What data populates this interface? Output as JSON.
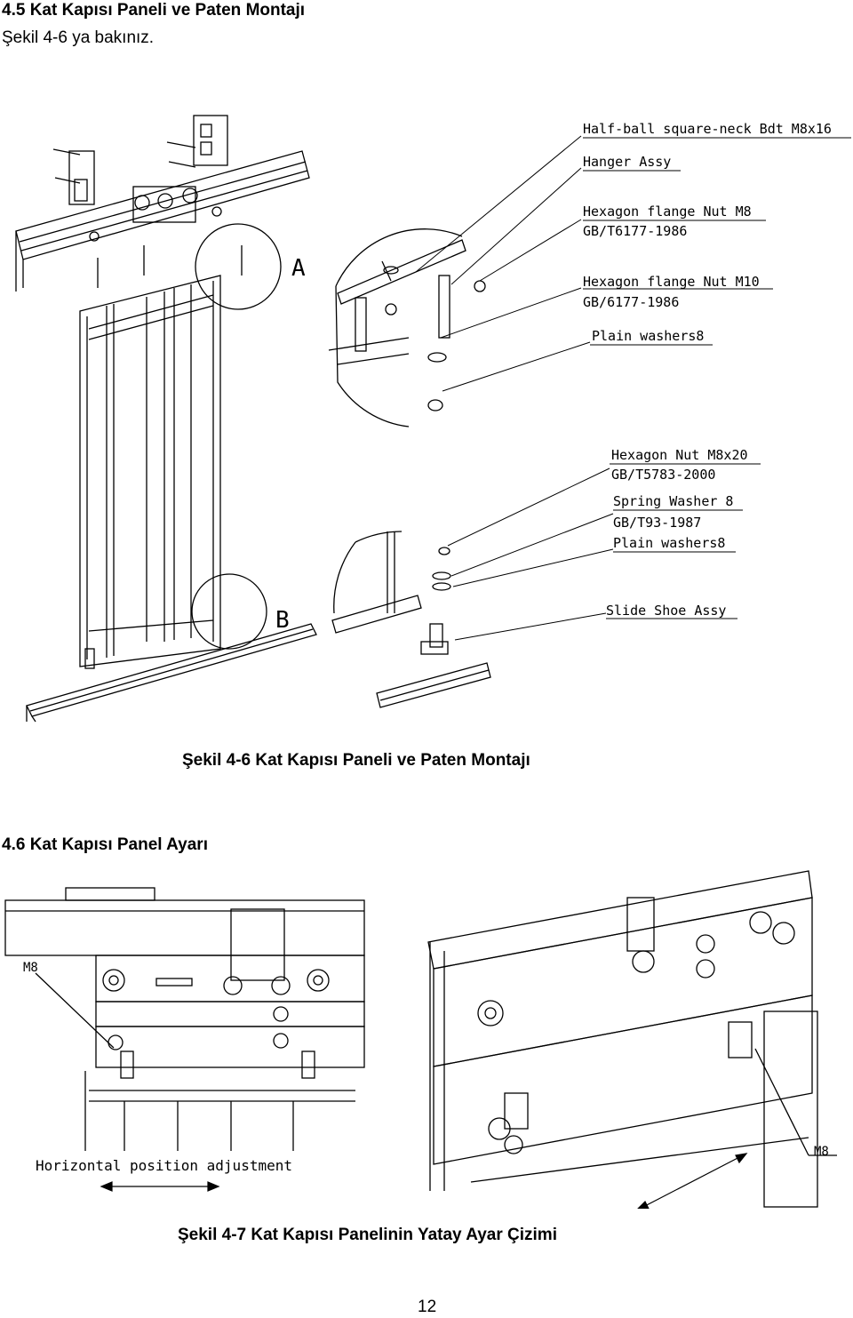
{
  "section_1": {
    "heading": "4.5 Kat Kapısı Paneli ve Paten Montajı",
    "intro": "Şekil 4-6 ya bakınız."
  },
  "figure_1": {
    "detail_labels": [
      "A",
      "B"
    ],
    "callouts": [
      {
        "text": "Half-ball square-neck Bdt M8x16"
      },
      {
        "text": "Hanger Assy"
      },
      {
        "text": "Hexagon flange Nut M8"
      },
      {
        "text": "GB/T6177-1986"
      },
      {
        "text": "Hexagon flange Nut M10"
      },
      {
        "text": "GB/6177-1986"
      },
      {
        "text": "Plain washers8"
      },
      {
        "text": "Hexagon Nut M8x20"
      },
      {
        "text": "GB/T5783-2000"
      },
      {
        "text": "Spring Washer 8"
      },
      {
        "text": "GB/T93-1987"
      },
      {
        "text": "Plain washers8"
      },
      {
        "text": "Slide Shoe Assy"
      }
    ],
    "caption": "Şekil 4-6 Kat Kapısı Paneli ve Paten Montajı"
  },
  "section_2": {
    "heading": "4.6 Kat Kapısı Panel Ayarı"
  },
  "figure_2": {
    "left_label_m8": "M8",
    "horizontal_label": "Horizontal position adjustment",
    "right_label_m8": "M8",
    "caption": "Şekil 4-7 Kat Kapısı Panelinin Yatay Ayar Çizimi"
  },
  "page": {
    "number": "12"
  }
}
